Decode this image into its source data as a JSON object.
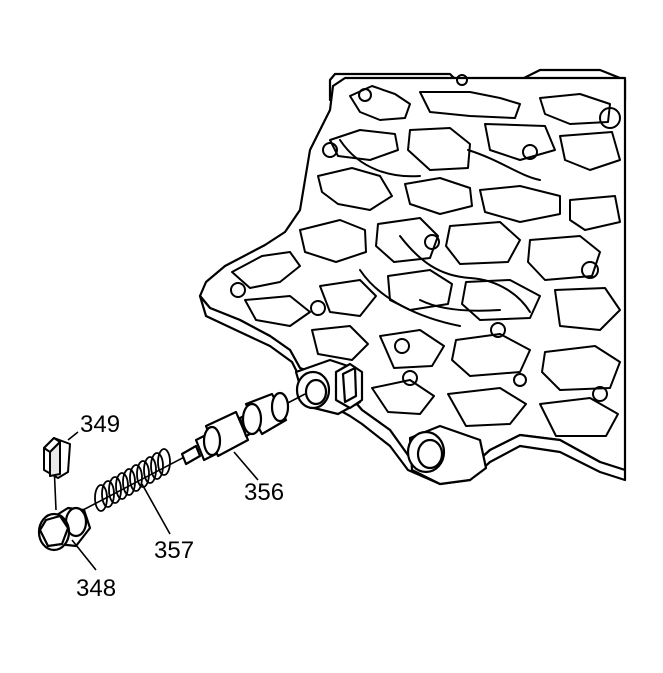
{
  "diagram": {
    "callouts": {
      "c349": "349",
      "c356": "356",
      "c357": "357",
      "c348": "348"
    }
  },
  "colors": {
    "line": "#000000",
    "background": "#ffffff"
  }
}
